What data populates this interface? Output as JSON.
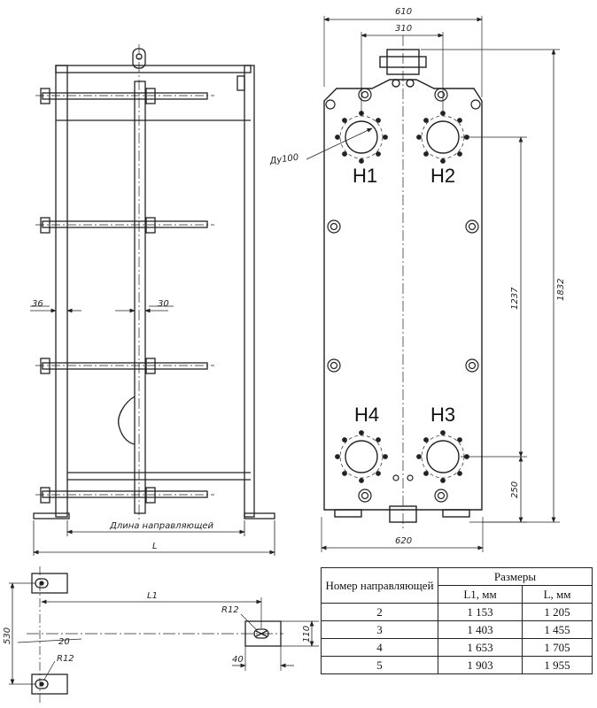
{
  "front_view": {
    "dims": {
      "width_top": "610",
      "port_spacing": "310",
      "height_total": "1832",
      "port_vertical": "1237",
      "port_bottom": "250",
      "width_bottom": "620"
    },
    "nozzle_label": "Ду100",
    "ports": [
      "Н1",
      "Н2",
      "Н3",
      "Н4"
    ]
  },
  "side_view": {
    "dims": {
      "left": "36",
      "right": "30"
    },
    "guide_length_label": "Длина направляющей",
    "overall_label": "L"
  },
  "guide_detail": {
    "dims": {
      "L1": "L1",
      "height": "530",
      "radius_top": "R12",
      "radius_bottom": "R12",
      "offset": "20",
      "width": "40",
      "height_small": "110"
    }
  },
  "table": {
    "header": {
      "col1": "Номер направляющей",
      "group": "Размеры",
      "l1": "L1, мм",
      "l": "L, мм"
    },
    "rows": [
      {
        "num": "2",
        "l1": "1 153",
        "l": "1 205"
      },
      {
        "num": "3",
        "l1": "1 403",
        "l": "1 455"
      },
      {
        "num": "4",
        "l1": "1 653",
        "l": "1 705"
      },
      {
        "num": "5",
        "l1": "1 903",
        "l": "1 955"
      }
    ]
  }
}
